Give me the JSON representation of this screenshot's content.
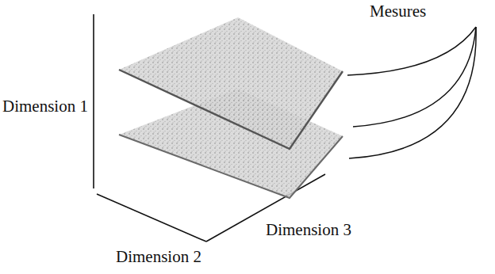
{
  "diagram": {
    "labels": [
      "Dimension 1",
      "Dimension 2",
      "Dimension 3",
      "Mesures"
    ]
  }
}
